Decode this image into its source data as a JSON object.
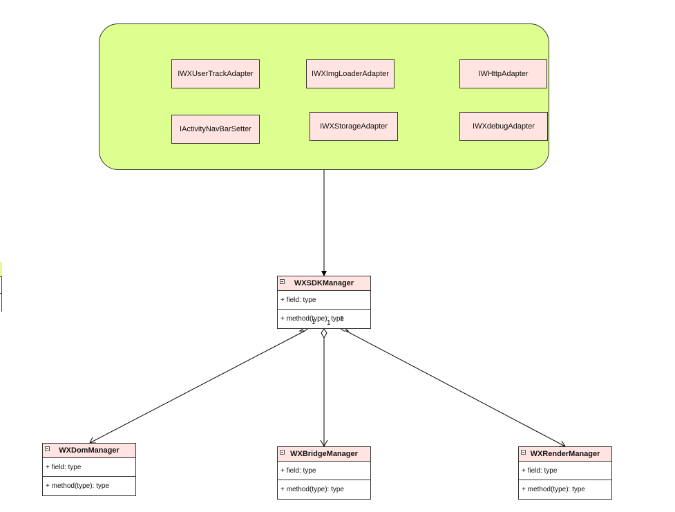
{
  "adapters": [
    {
      "id": "ut",
      "name": "IWXUserTrackAdapter"
    },
    {
      "id": "img",
      "name": "IWXImgLoaderAdapter"
    },
    {
      "id": "http",
      "name": "IWHttpAdapter"
    },
    {
      "id": "nav",
      "name": "IActivityNavBarSetter"
    },
    {
      "id": "storage",
      "name": "IWXStorageAdapter"
    },
    {
      "id": "debug",
      "name": "IWXdebugAdapter"
    }
  ],
  "classes": {
    "sdk": {
      "name": "WXSDKManager",
      "field": "+ field: type",
      "method": "+ method(type): type"
    },
    "dom": {
      "name": "WXDomManager",
      "field": "+ field: type",
      "method": "+ method(type): type"
    },
    "bridge": {
      "name": "WXBridgeManager",
      "field": "+ field: type",
      "method": "+ method(type): type"
    },
    "render": {
      "name": "WXRenderManager",
      "field": "+ field: type",
      "method": "+ method(type): type"
    }
  },
  "multiplicities": {
    "dom": "1",
    "bridge": "1",
    "render": "1"
  },
  "colors": {
    "group_fill": "#ddff8f",
    "class_header_fill": "#ffe4e1",
    "line": "#000000"
  }
}
